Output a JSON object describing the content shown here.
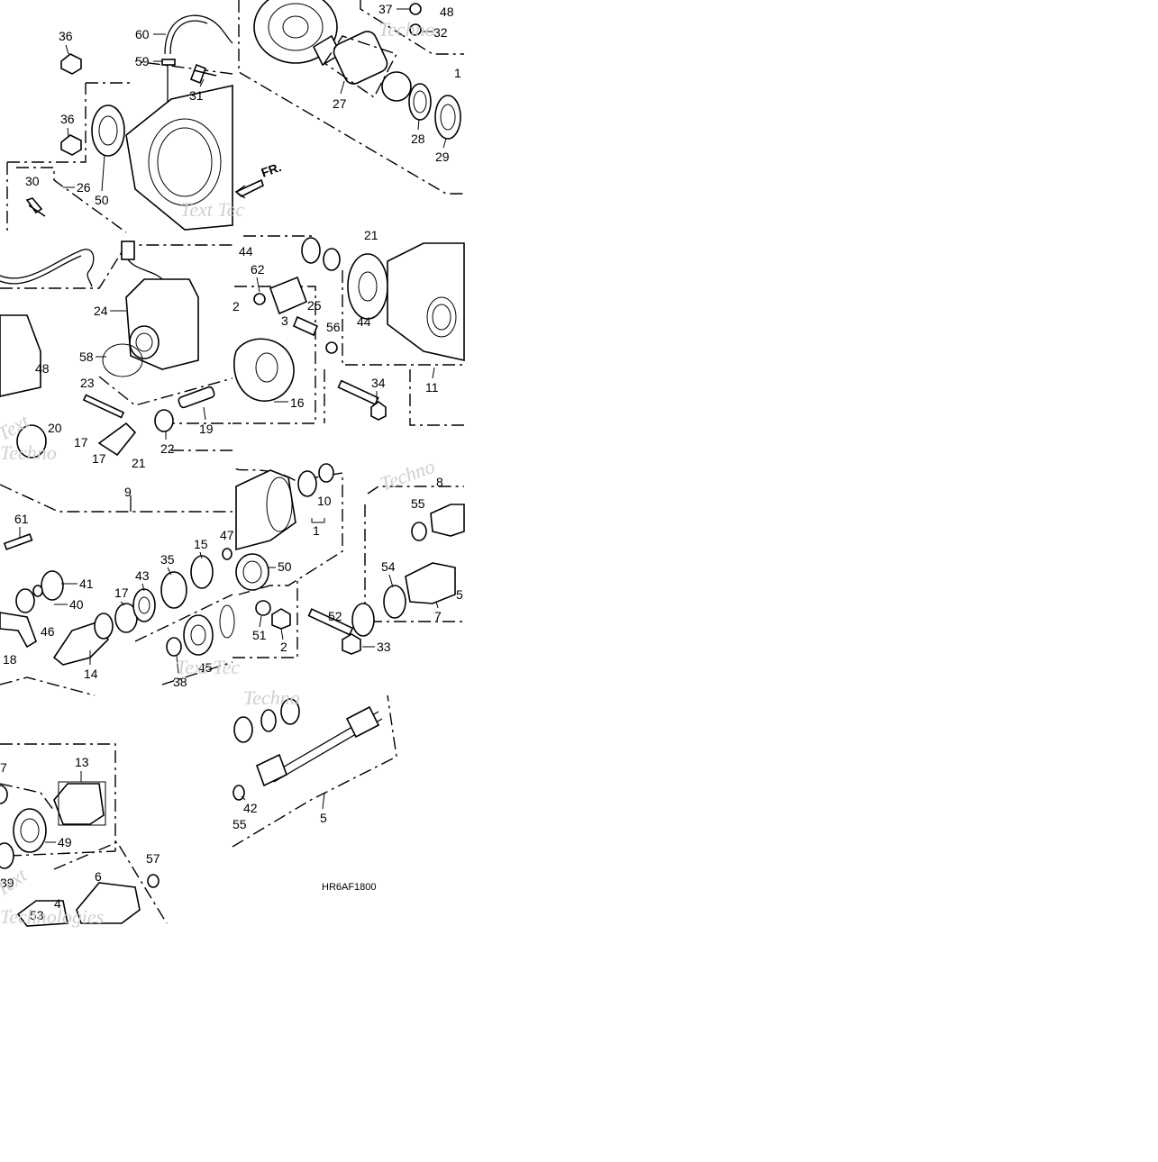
{
  "diagram": {
    "code": "HR6AF1800",
    "direction_label": "FR.",
    "watermark_words": [
      "Text",
      "Techno",
      "Technologies"
    ],
    "callouts": [
      "36",
      "60",
      "59",
      "31",
      "36",
      "50",
      "30",
      "26",
      "37",
      "48",
      "32",
      "27",
      "28",
      "29",
      "24",
      "58",
      "48",
      "23",
      "20",
      "22",
      "19",
      "17",
      "17",
      "21",
      "44",
      "62",
      "25",
      "2",
      "3",
      "56",
      "44",
      "21",
      "16",
      "34",
      "11",
      "9",
      "61",
      "41",
      "40",
      "46",
      "18",
      "14",
      "17",
      "43",
      "35",
      "15",
      "47",
      "38",
      "45",
      "10",
      "1",
      "50",
      "51",
      "2",
      "52",
      "33",
      "55",
      "8",
      "54",
      "7",
      "5",
      "13",
      "7",
      "49",
      "39",
      "57",
      "6",
      "4",
      "53",
      "42",
      "55",
      "5"
    ]
  }
}
